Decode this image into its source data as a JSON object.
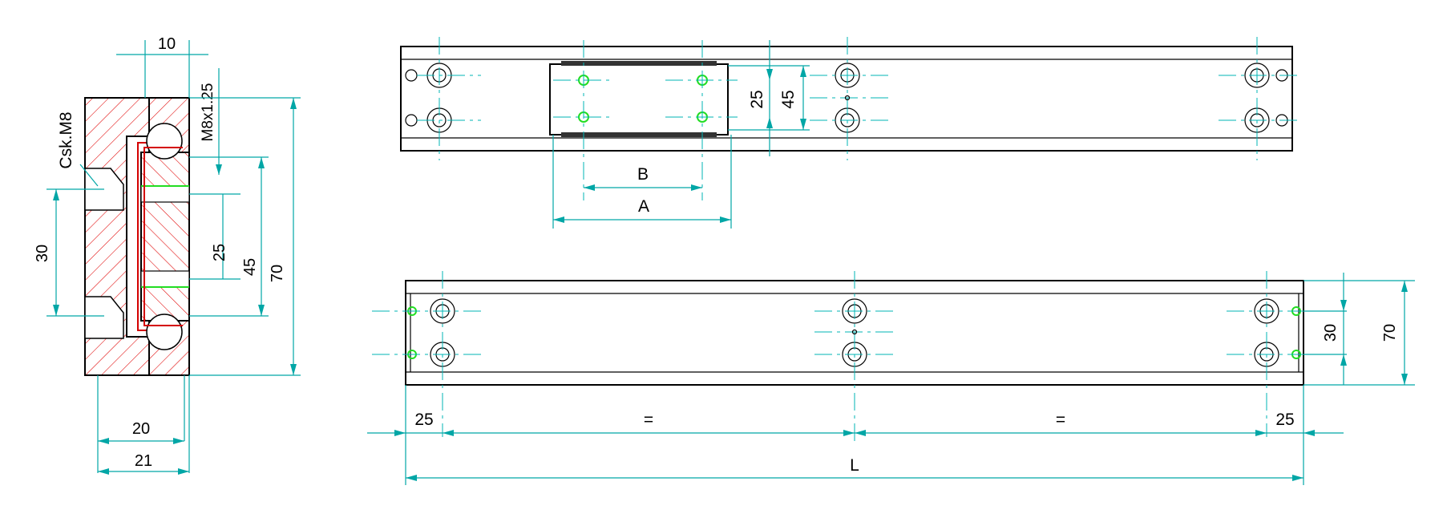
{
  "colors": {
    "dimension": "#00a6a6",
    "section_hatch": "#e00000",
    "tapped_hole": "#22dd22",
    "outline": "#000000"
  },
  "section_view": {
    "dims": {
      "top_width": "10",
      "thread": "M8x1.25",
      "countersink": "Csk.M8",
      "csk_pitch": "30",
      "pitch_25": "25",
      "pitch_45": "45",
      "height_70": "70",
      "width_20": "20",
      "width_21": "21"
    }
  },
  "top_view": {
    "dims": {
      "v25": "25",
      "v45": "45",
      "carriage_holes": "B",
      "carriage_length": "A"
    }
  },
  "bottom_view": {
    "dims": {
      "v30": "30",
      "v70": "70",
      "end_left": "25",
      "equal_left": "=",
      "equal_right": "=",
      "end_right": "25",
      "length": "L"
    }
  }
}
